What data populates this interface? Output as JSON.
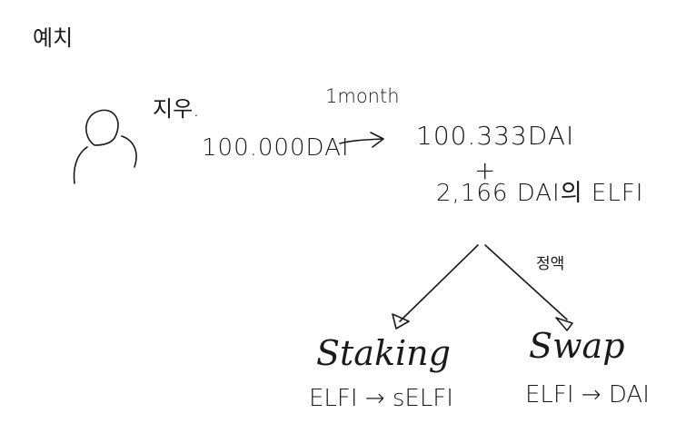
{
  "title": "예치",
  "user": {
    "name": "지우."
  },
  "flow": {
    "period": "1month",
    "deposit": "100.000DAI",
    "balance": "100.333DAI",
    "plus": "+",
    "reward": "2,166 DAI의 ELFI",
    "choice_label": "정액"
  },
  "options": [
    {
      "name": "Staking",
      "desc": "ELFI → sELFI"
    },
    {
      "name": "Swap",
      "desc": "ELFI → DAI"
    }
  ]
}
